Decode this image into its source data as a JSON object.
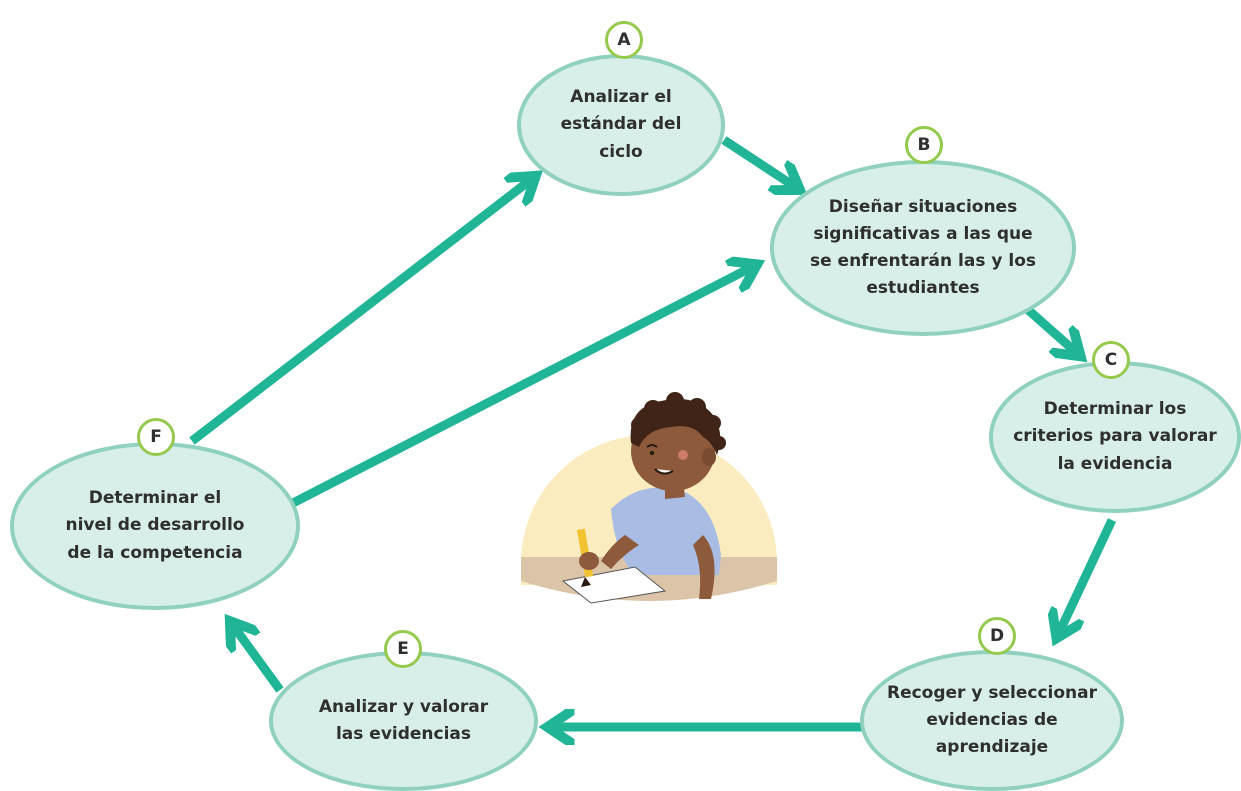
{
  "colors": {
    "arrow": "#1fb596",
    "node_fill": "#d8efe9",
    "node_border": "#8fd0bf",
    "badge_border": "#94c94c",
    "text": "#2f2f2f"
  },
  "nodes": [
    {
      "id": "A",
      "letter": "A",
      "text": "Analizar el\nestándar del\nciclo"
    },
    {
      "id": "B",
      "letter": "B",
      "text": "Diseñar situaciones\nsignificativas a las que\nse enfrentarán las y los\nestudiantes"
    },
    {
      "id": "C",
      "letter": "C",
      "text": "Determinar los\ncriterios para valorar\nla evidencia"
    },
    {
      "id": "D",
      "letter": "D",
      "text": "Recoger y seleccionar\nevidencias de\naprendizaje"
    },
    {
      "id": "E",
      "letter": "E",
      "text": "Analizar y valorar\nlas evidencias"
    },
    {
      "id": "F",
      "letter": "F",
      "text": "Determinar el\nnivel de desarrollo\nde la competencia"
    }
  ],
  "edges": [
    {
      "from": "A",
      "to": "B"
    },
    {
      "from": "B",
      "to": "C"
    },
    {
      "from": "C",
      "to": "D"
    },
    {
      "from": "D",
      "to": "E"
    },
    {
      "from": "E",
      "to": "F"
    },
    {
      "from": "F",
      "to": "A"
    },
    {
      "from": "F",
      "to": "B"
    }
  ],
  "illustration": "child-writing-illustration"
}
